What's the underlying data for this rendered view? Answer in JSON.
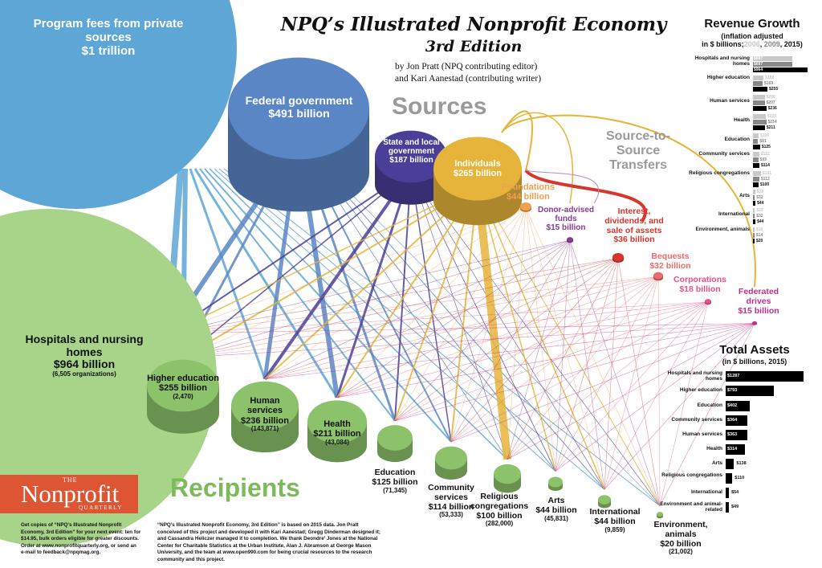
{
  "header": {
    "title": "NPQ’s Illustrated Nonprofit Economy",
    "subtitle": "3rd Edition",
    "byline_1": "by Jon Pratt (NPQ contributing editor)",
    "byline_2": "and Kari Aanestad (contributing writer)"
  },
  "sections": {
    "sources": "Sources",
    "transfers": "Source-to-Source Transfers",
    "recipients": "Recipients"
  },
  "sources": [
    {
      "name": "Program fees from private sources",
      "amount": "$1 trillion",
      "color": "#5ea6d6"
    },
    {
      "name": "Federal government",
      "amount": "$491 billion",
      "color": "#5b86c6"
    },
    {
      "name": "State and local government",
      "amount": "$187 billion",
      "color": "#4a3f98"
    },
    {
      "name": "Individuals",
      "amount": "$265 billion",
      "color": "#e6b43a"
    },
    {
      "name": "Foundations",
      "amount": "$44 billion",
      "color": "#f0a050"
    },
    {
      "name": "Donor-advised funds",
      "amount": "$15 billion",
      "color": "#8a3a90"
    },
    {
      "name": "Interest, dividends, and sale of assets",
      "amount": "$36 billion",
      "color": "#d8352c"
    },
    {
      "name": "Bequests",
      "amount": "$32 billion",
      "color": "#ec6a6a"
    },
    {
      "name": "Corporations",
      "amount": "$18 billion",
      "color": "#e94f8a"
    },
    {
      "name": "Federated drives",
      "amount": "$15 billion",
      "color": "#c0308a"
    }
  ],
  "recipients": [
    {
      "name": "Hospitals and nursing homes",
      "amount": "$964 billion",
      "orgs": "(6,505 organizations)"
    },
    {
      "name": "Higher education",
      "amount": "$255 billion",
      "orgs": "(2,470)"
    },
    {
      "name": "Human services",
      "amount": "$236 billion",
      "orgs": "(143,871)"
    },
    {
      "name": "Health",
      "amount": "$211 billion",
      "orgs": "(43,084)"
    },
    {
      "name": "Education",
      "amount": "$125 billion",
      "orgs": "(71,345)"
    },
    {
      "name": "Community services",
      "amount": "$114 billion",
      "orgs": "(53,333)"
    },
    {
      "name": "Religious congregations",
      "amount": "$100 billion",
      "orgs": "(282,000)"
    },
    {
      "name": "Arts",
      "amount": "$44 billion",
      "orgs": "(45,831)"
    },
    {
      "name": "International",
      "amount": "$44 billion",
      "orgs": "(9,859)"
    },
    {
      "name": "Environment, animals",
      "amount": "$20 billion",
      "orgs": "(21,002)"
    }
  ],
  "chart_data": [
    {
      "type": "bar",
      "title": "Revenue Growth",
      "subtitle_1": "(inflation adjusted",
      "subtitle_2": "in $ billions;",
      "years": [
        "2006",
        "2009",
        "2015"
      ],
      "colors": [
        "#c8c8c8",
        "#888888",
        "#000000"
      ],
      "categories": [
        "Hospitals and nursing homes",
        "Higher education",
        "Human services",
        "Health",
        "Education",
        "Community services",
        "Religious congregations",
        "Arts",
        "International",
        "Environment, animals"
      ],
      "series": [
        {
          "name": "2006",
          "values": [
            697,
            188,
            208,
            226,
            100,
            112,
            141,
            38,
            33,
            15
          ]
        },
        {
          "name": "2009",
          "values": [
            697,
            169,
            207,
            234,
            91,
            93,
            112,
            32,
            32,
            14
          ]
        },
        {
          "name": "2015",
          "values": [
            964,
            255,
            236,
            211,
            125,
            114,
            100,
            44,
            44,
            20
          ]
        }
      ]
    },
    {
      "type": "bar",
      "title": "Total Assets",
      "subtitle": "(in $ billions, 2015)",
      "categories": [
        "Hospitals and nursing homes",
        "Higher education",
        "Education",
        "Community services",
        "Human services",
        "Health",
        "Arts",
        "Religious congregations",
        "International",
        "Environment and animal-related"
      ],
      "values": [
        1287,
        793,
        402,
        364,
        363,
        314,
        138,
        110,
        54,
        49
      ]
    }
  ],
  "logo": {
    "the": "THE",
    "name": "Nonprofit",
    "quarterly": "QUARTERLY"
  },
  "footer": {
    "order": "Get copies of “NPQ’s Illustrated Nonprofit Economy, 3rd Edition” for your next event: ten for $14.95, bulk orders eligible for greater discounts. Order at www.nonprofitquarterly.org, or send an e-mail to feedback@npqmag.org.",
    "credits": "“NPQ’s Illustrated Nonprofit Economy, 3rd Edition” is based on 2015 data. Jon Pratt conceived of this project and developed it with Kari Aanestad; Gregg Dinderman designed it; and Cassandra Heliczer managed it to completion. We thank Deondre’ Jones at the National Center for Charitable Statistics at the Urban Institute, Alan J. Abramson at George Mason University, and the team at www.open990.com for being crucial resources to the research community and this project."
  }
}
